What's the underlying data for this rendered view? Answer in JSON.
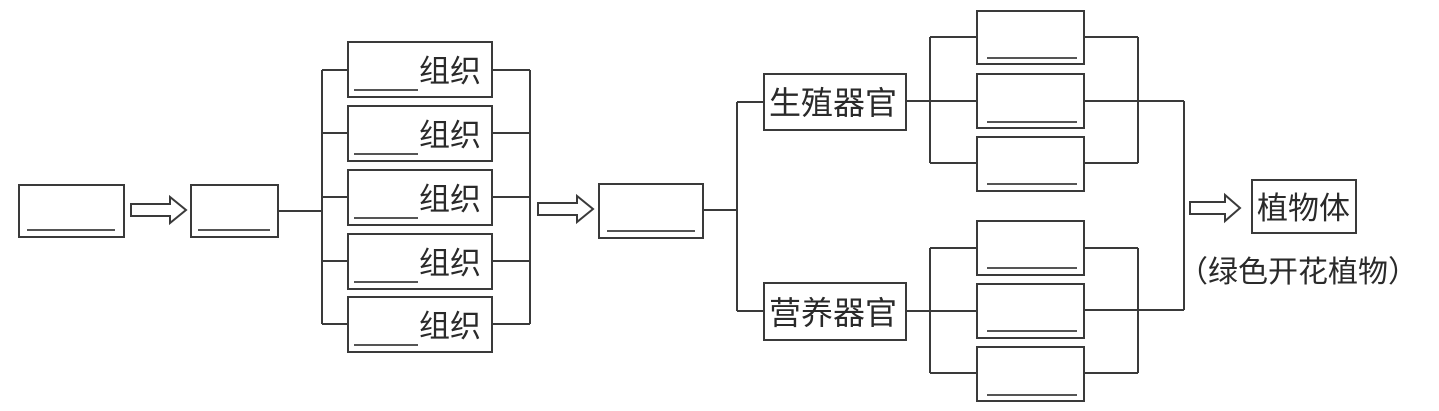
{
  "tissue_suffix": "组织",
  "tissues": [
    "组织",
    "组织",
    "组织",
    "组织",
    "组织"
  ],
  "organs": {
    "reproductive": "生殖器官",
    "vegetative": "营养器官"
  },
  "result": {
    "label": "植物体",
    "caption": "（绿色开花植物）"
  },
  "colors": {
    "line": "#3a3a3a",
    "background": "#ffffff"
  }
}
